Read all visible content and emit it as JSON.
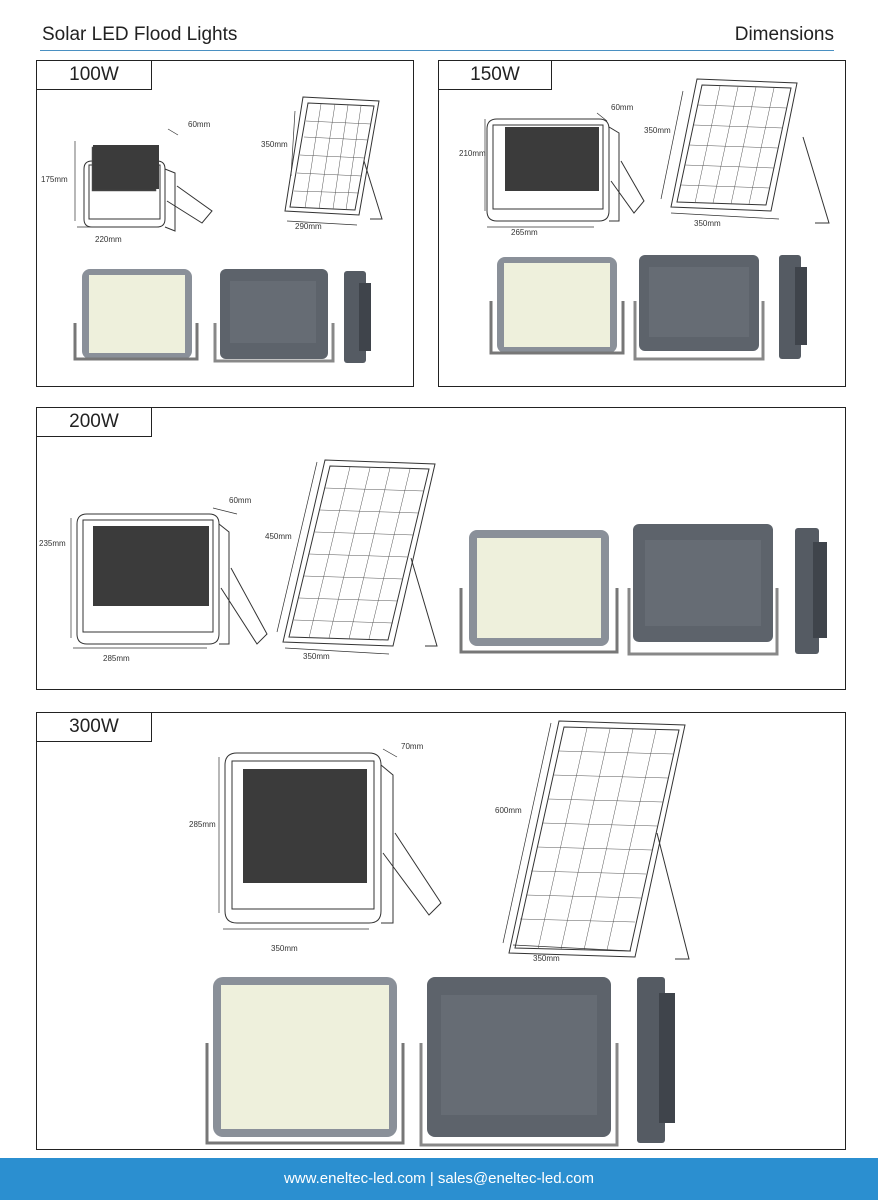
{
  "header": {
    "title": "Solar LED Flood Lights",
    "section": "Dimensions"
  },
  "panels": [
    {
      "label": "100W",
      "dims": {
        "height": "175mm",
        "depth": "60mm",
        "width": "220mm",
        "panel_height": "350mm",
        "panel_width": "290mm"
      }
    },
    {
      "label": "150W",
      "dims": {
        "height": "210mm",
        "depth": "60mm",
        "width": "265mm",
        "panel_height": "350mm",
        "panel_width": "350mm"
      }
    },
    {
      "label": "200W",
      "dims": {
        "height": "235mm",
        "depth": "60mm",
        "width": "285mm",
        "panel_height": "450mm",
        "panel_width": "350mm"
      }
    },
    {
      "label": "300W",
      "dims": {
        "height": "285mm",
        "depth": "70mm",
        "width": "350mm",
        "panel_height": "600mm",
        "panel_width": "350mm"
      }
    }
  ],
  "footer": {
    "text": "www.eneltec-led.com | sales@eneltec-led.com"
  },
  "colors": {
    "accent": "#2b8fd0",
    "housing": "#6b7078",
    "led": "#e9edd6"
  }
}
